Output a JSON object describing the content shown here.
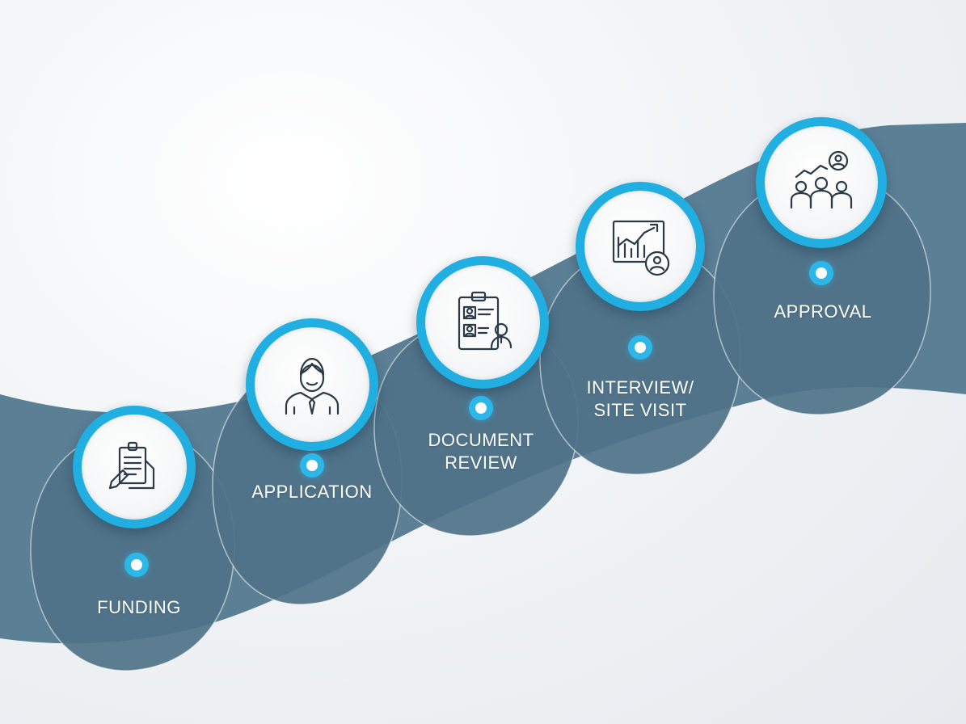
{
  "colors": {
    "band": "#5b7f95",
    "blob": "#4f7288",
    "ring": "#21aee0",
    "dot": "#2db6e8",
    "icon_stroke": "#2a3a48",
    "label": "#ffffff"
  },
  "steps": [
    {
      "icon": "clipboard-pen-icon",
      "lines": [
        "FUNDING"
      ]
    },
    {
      "icon": "person-tie-icon",
      "lines": [
        "APPLICATION"
      ]
    },
    {
      "icon": "document-review-icon",
      "lines": [
        "DOCUMENT",
        "REVIEW"
      ]
    },
    {
      "icon": "chart-person-icon",
      "lines": [
        "INTERVIEW/",
        "SITE VISIT"
      ]
    },
    {
      "icon": "team-growth-icon",
      "lines": [
        "APPROVAL"
      ]
    }
  ]
}
